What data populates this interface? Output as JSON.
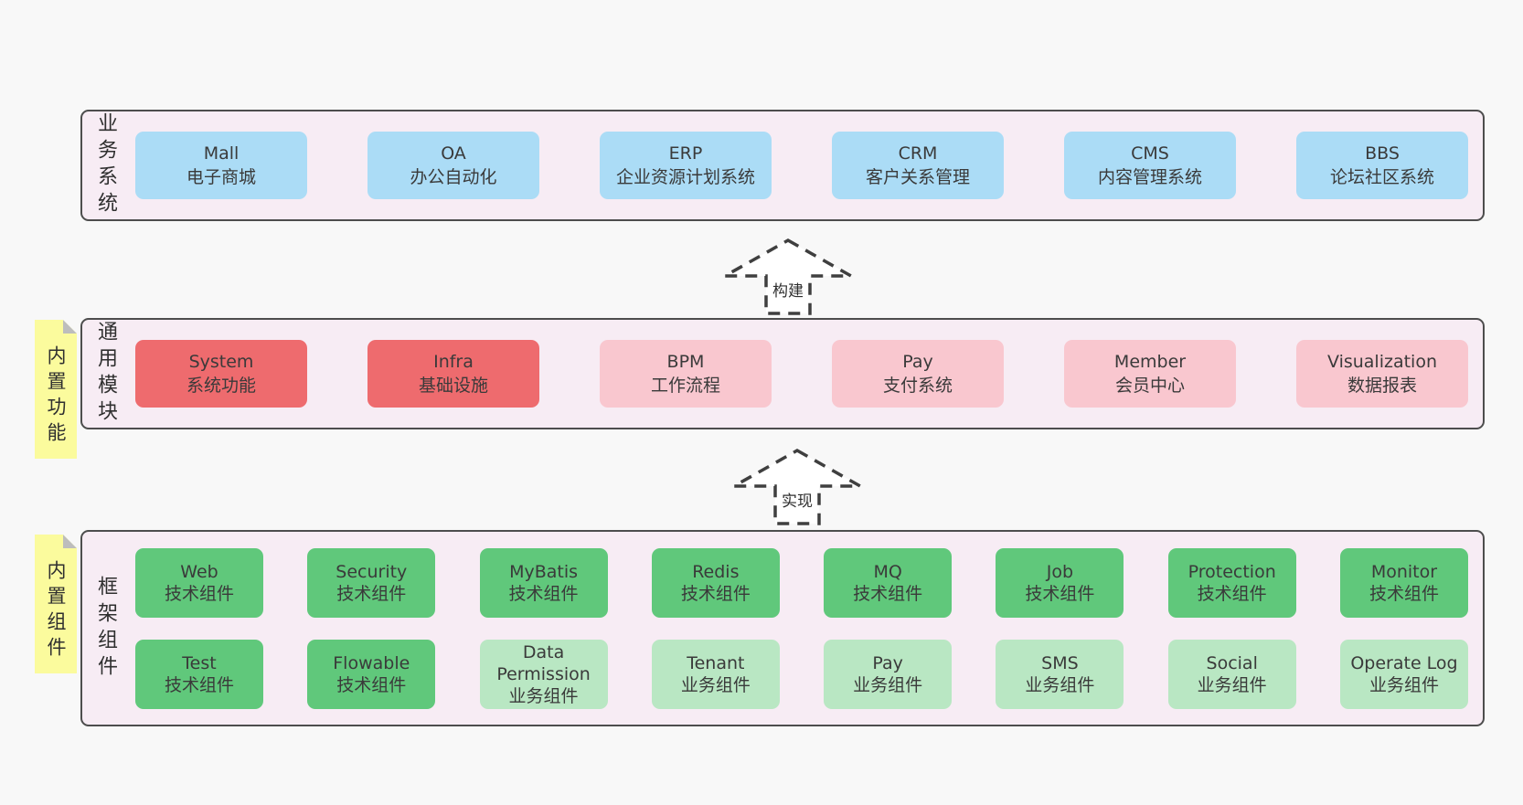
{
  "colors": {
    "page_bg": "#f8f8f8",
    "band_bg": "#f7ecf4",
    "band_border": "#4d4d4d",
    "blue": "#abdcf6",
    "red": "#ee6b6e",
    "pink": "#f9c7cf",
    "green": "#60c87b",
    "green_light": "#b9e7c3",
    "sticky": "#fbfb9d",
    "sticky_fold": "#bdbdbd",
    "text": "#3a3a3a",
    "arrow_stroke": "#3f3f3f"
  },
  "arrows": [
    {
      "label": "构建"
    },
    {
      "label": "实现"
    }
  ],
  "bands": [
    {
      "label": "业务系统",
      "rows": [
        [
          {
            "title": "Mall",
            "subtitle": "电子商城",
            "color": "blue"
          },
          {
            "title": "OA",
            "subtitle": "办公自动化",
            "color": "blue"
          },
          {
            "title": "ERP",
            "subtitle": "企业资源计划系统",
            "color": "blue"
          },
          {
            "title": "CRM",
            "subtitle": "客户关系管理",
            "color": "blue"
          },
          {
            "title": "CMS",
            "subtitle": "内容管理系统",
            "color": "blue"
          },
          {
            "title": "BBS",
            "subtitle": "论坛社区系统",
            "color": "blue"
          }
        ]
      ]
    },
    {
      "label": "通用模块",
      "sticky": "内置功能",
      "rows": [
        [
          {
            "title": "System",
            "subtitle": "系统功能",
            "color": "red"
          },
          {
            "title": "Infra",
            "subtitle": "基础设施",
            "color": "red"
          },
          {
            "title": "BPM",
            "subtitle": "工作流程",
            "color": "pink"
          },
          {
            "title": "Pay",
            "subtitle": "支付系统",
            "color": "pink"
          },
          {
            "title": "Member",
            "subtitle": "会员中心",
            "color": "pink"
          },
          {
            "title": "Visualization",
            "subtitle": "数据报表",
            "color": "pink"
          }
        ]
      ]
    },
    {
      "label": "框架组件",
      "sticky": "内置组件",
      "rows": [
        [
          {
            "title": "Web",
            "subtitle": "技术组件",
            "color": "green"
          },
          {
            "title": "Security",
            "subtitle": "技术组件",
            "color": "green"
          },
          {
            "title": "MyBatis",
            "subtitle": "技术组件",
            "color": "green"
          },
          {
            "title": "Redis",
            "subtitle": "技术组件",
            "color": "green"
          },
          {
            "title": "MQ",
            "subtitle": "技术组件",
            "color": "green"
          },
          {
            "title": "Job",
            "subtitle": "技术组件",
            "color": "green"
          },
          {
            "title": "Protection",
            "subtitle": "技术组件",
            "color": "green"
          },
          {
            "title": "Monitor",
            "subtitle": "技术组件",
            "color": "green"
          }
        ],
        [
          {
            "title": "Test",
            "subtitle": "技术组件",
            "color": "green"
          },
          {
            "title": "Flowable",
            "subtitle": "技术组件",
            "color": "green"
          },
          {
            "title": "Data Permission",
            "subtitle": "业务组件",
            "color": "green_light"
          },
          {
            "title": "Tenant",
            "subtitle": "业务组件",
            "color": "green_light"
          },
          {
            "title": "Pay",
            "subtitle": "业务组件",
            "color": "green_light"
          },
          {
            "title": "SMS",
            "subtitle": "业务组件",
            "color": "green_light"
          },
          {
            "title": "Social",
            "subtitle": "业务组件",
            "color": "green_light"
          },
          {
            "title": "Operate Log",
            "subtitle": "业务组件",
            "color": "green_light"
          }
        ]
      ]
    }
  ]
}
